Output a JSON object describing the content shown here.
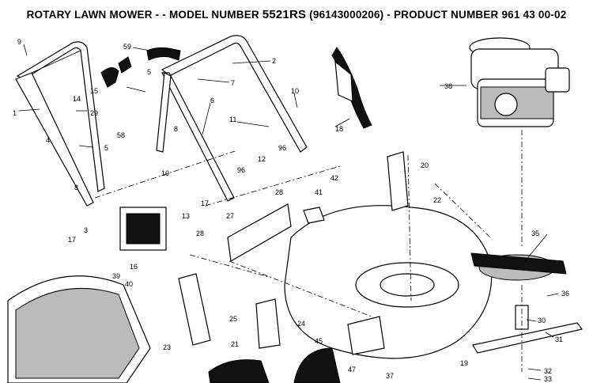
{
  "header": {
    "title_prefix": "ROTARY LAWN MOWER - - MODEL NUMBER ",
    "model_number": "5521RS",
    "title_suffix": " (96143000206) - PRODUCT NUMBER 961 43 00-02"
  },
  "callouts": [
    {
      "id": "c9",
      "text": "9"
    },
    {
      "id": "c59",
      "text": "59"
    },
    {
      "id": "c1",
      "text": "1"
    },
    {
      "id": "c14",
      "text": "14"
    },
    {
      "id": "c15",
      "text": "15"
    },
    {
      "id": "c29",
      "text": "29"
    },
    {
      "id": "c5a",
      "text": "5"
    },
    {
      "id": "c5b",
      "text": "5"
    },
    {
      "id": "c58",
      "text": "58"
    },
    {
      "id": "c4",
      "text": "4"
    },
    {
      "id": "c8a",
      "text": "8"
    },
    {
      "id": "c8b",
      "text": "8"
    },
    {
      "id": "c2",
      "text": "2"
    },
    {
      "id": "c7",
      "text": "7"
    },
    {
      "id": "c6",
      "text": "6"
    },
    {
      "id": "c10a",
      "text": "10"
    },
    {
      "id": "c10b",
      "text": "10"
    },
    {
      "id": "c11",
      "text": "11"
    },
    {
      "id": "c12",
      "text": "12"
    },
    {
      "id": "c96a",
      "text": "96"
    },
    {
      "id": "c96b",
      "text": "96"
    },
    {
      "id": "c17a",
      "text": "17"
    },
    {
      "id": "c17b",
      "text": "17"
    },
    {
      "id": "c13",
      "text": "13"
    },
    {
      "id": "c3",
      "text": "3"
    },
    {
      "id": "c16",
      "text": "16"
    },
    {
      "id": "c27",
      "text": "27"
    },
    {
      "id": "c28a",
      "text": "28"
    },
    {
      "id": "c28b",
      "text": "28"
    },
    {
      "id": "c41",
      "text": "41"
    },
    {
      "id": "c42",
      "text": "42"
    },
    {
      "id": "c18",
      "text": "18"
    },
    {
      "id": "c38",
      "text": "38"
    },
    {
      "id": "c20",
      "text": "20"
    },
    {
      "id": "c22",
      "text": "22"
    },
    {
      "id": "c35",
      "text": "35"
    },
    {
      "id": "c36",
      "text": "36"
    },
    {
      "id": "c30",
      "text": "30"
    },
    {
      "id": "c31",
      "text": "31"
    },
    {
      "id": "c32",
      "text": "32"
    },
    {
      "id": "c33",
      "text": "33"
    },
    {
      "id": "c39",
      "text": "39"
    },
    {
      "id": "c40",
      "text": "40"
    },
    {
      "id": "c24",
      "text": "24"
    },
    {
      "id": "c25",
      "text": "25"
    },
    {
      "id": "c21",
      "text": "21"
    },
    {
      "id": "c23",
      "text": "23"
    },
    {
      "id": "c45",
      "text": "45"
    },
    {
      "id": "c47",
      "text": "47"
    },
    {
      "id": "c37",
      "text": "37"
    },
    {
      "id": "c19",
      "text": "19"
    }
  ]
}
